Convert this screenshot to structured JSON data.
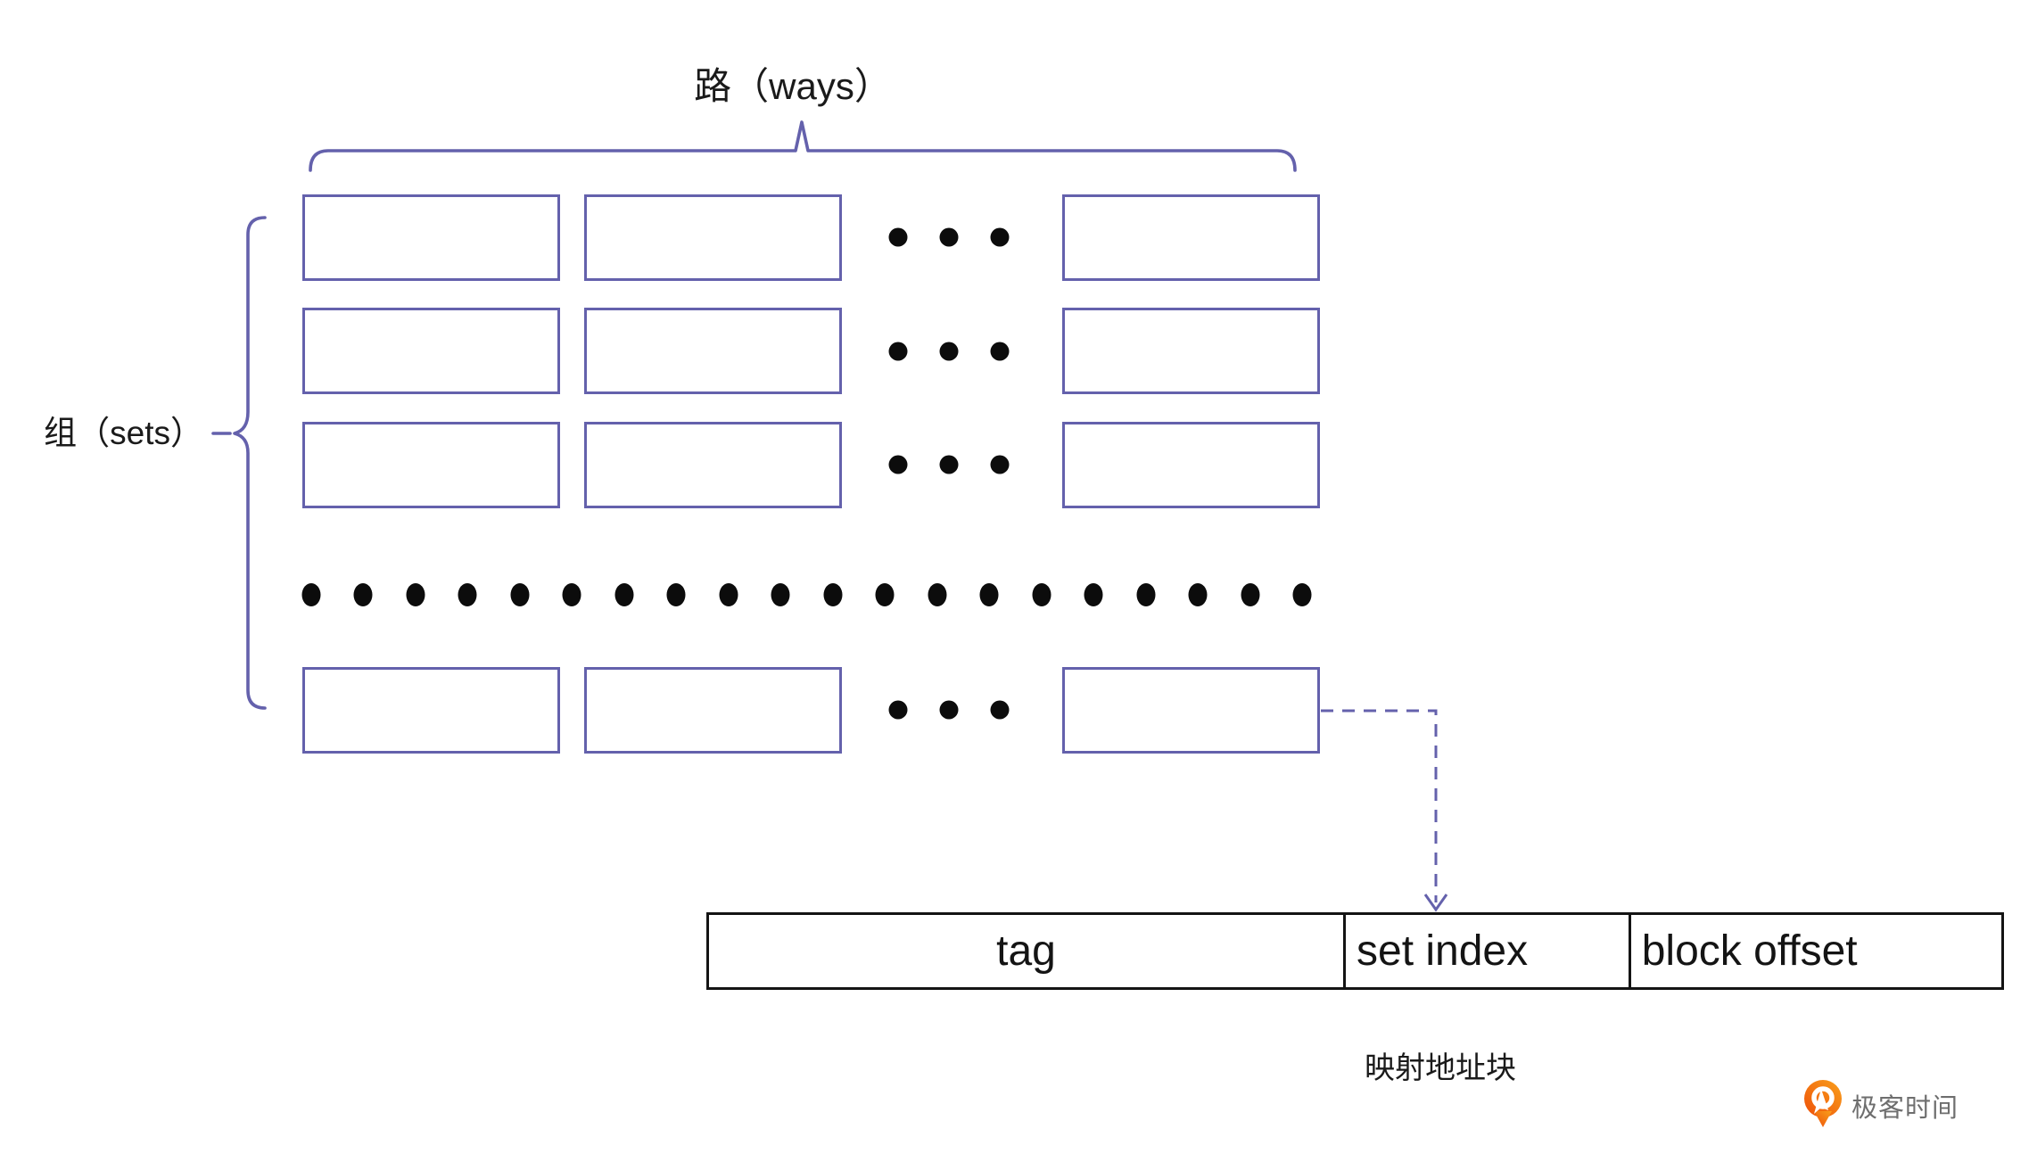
{
  "diagram": {
    "ways_label": "路（ways）",
    "sets_label": "组（sets）",
    "caption": "映射地址块"
  },
  "address_table": {
    "cells": [
      {
        "label": "tag"
      },
      {
        "label": "set index"
      },
      {
        "label": "block offset"
      }
    ]
  },
  "branding": {
    "logo_text": "极客时间"
  },
  "colors": {
    "accent_purple": "#6461ac",
    "ink_black": "#141414",
    "logo_orange_dark": "#ee4f09",
    "logo_orange_light": "#f9a01b",
    "logo_text_gray": "#6e6e6e"
  }
}
